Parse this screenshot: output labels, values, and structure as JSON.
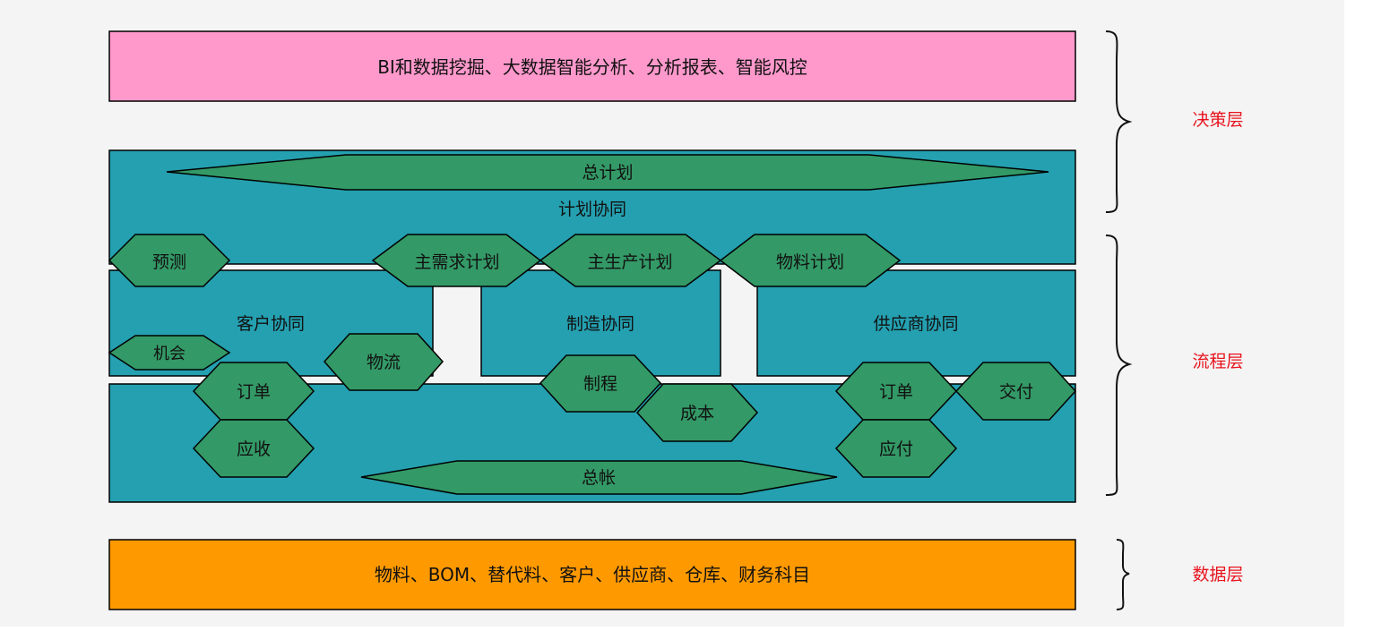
{
  "decision_layer": {
    "box_text": "BI和数据挖掘、大数据智能分析、分析报表、智能风控",
    "label": "决策层"
  },
  "process_layer": {
    "label": "流程层",
    "planning": {
      "master_plan": "总计划",
      "title": "计划协同"
    },
    "nodes": {
      "forecast": "预测",
      "mps_demand": "主需求计划",
      "mps_production": "主生产计划",
      "material_plan": "物料计划",
      "opportunity": "机会",
      "logistics": "物流",
      "order_customer": "订单",
      "receivable": "应收",
      "process_route": "制程",
      "cost": "成本",
      "order_supplier": "订单",
      "delivery": "交付",
      "payable": "应付",
      "general_ledger": "总帐"
    },
    "panels": {
      "customer": "客户协同",
      "manufacturing": "制造协同",
      "supplier": "供应商协同"
    }
  },
  "data_layer": {
    "box_text": "物料、BOM、替代料、客户、供应商、仓库、财务科目",
    "label": "数据层"
  },
  "colors": {
    "page_bg": "#f4f4f4",
    "decision_fill": "#ff99cc",
    "process_fill": "#24a0b0",
    "node_fill": "#339966",
    "data_fill": "#ff9900",
    "layer_label": "#e8141e",
    "text": "#111111"
  }
}
